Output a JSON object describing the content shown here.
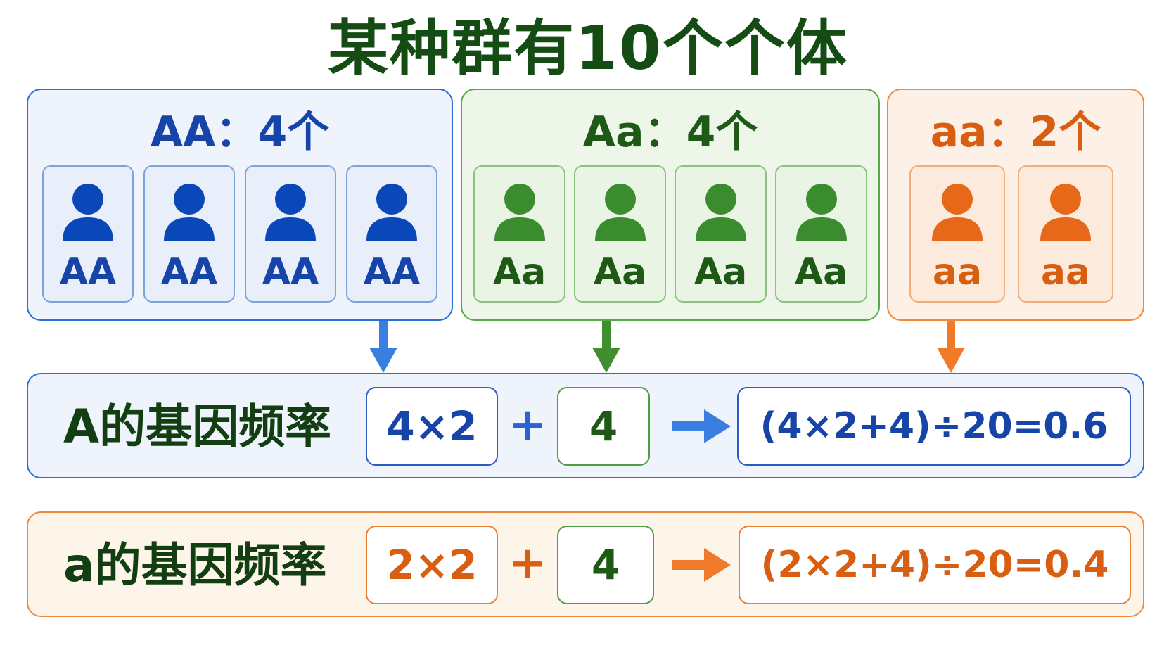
{
  "title": "某种群有10个个体",
  "groups": [
    {
      "label": "AA：4个",
      "genotype": "AA",
      "count": 4,
      "color": "#0a47b8"
    },
    {
      "label": "Aa：4个",
      "genotype": "Aa",
      "count": 4,
      "color": "#3b8c2e"
    },
    {
      "label": "aa：2个",
      "genotype": "aa",
      "count": 2,
      "color": "#e8681a"
    }
  ],
  "rows": [
    {
      "label": "A的基因频率",
      "term1": "4×2",
      "plus": "+",
      "term2": "4",
      "formula": "(4×2+4)÷20=0.6"
    },
    {
      "label": "a的基因频率",
      "term1": "2×2",
      "plus": "+",
      "term2": "4",
      "formula": "(2×2+4)÷20=0.4"
    }
  ],
  "colors": {
    "blue": "#1644a8",
    "green": "#1e5a16",
    "orange": "#d85f12",
    "blue_arrow": "#3a7fe0",
    "green_arrow": "#3f8f2f",
    "orange_arrow": "#ee7a2a"
  },
  "icons": [
    "person-icon",
    "arrow-down-icon",
    "arrow-right-icon"
  ]
}
